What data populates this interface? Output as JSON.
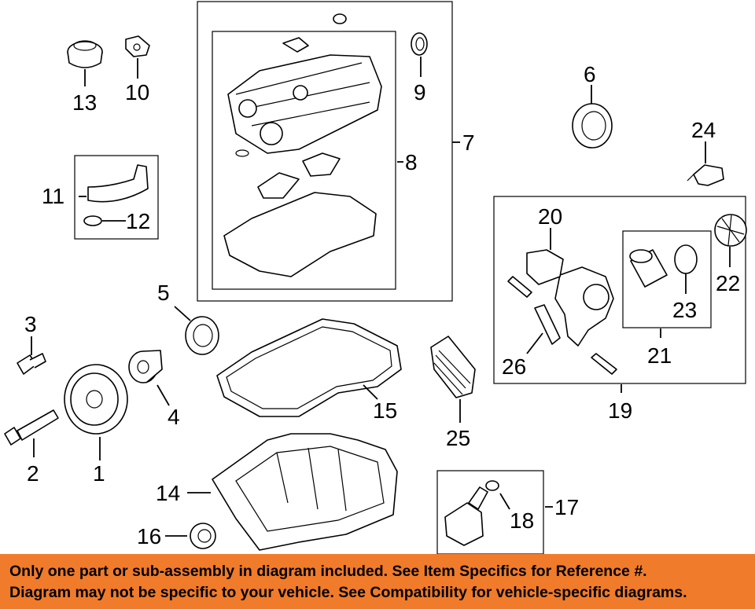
{
  "callouts": {
    "c1": "1",
    "c2": "2",
    "c3": "3",
    "c4": "4",
    "c5": "5",
    "c6": "6",
    "c7": "7",
    "c8": "8",
    "c9": "9",
    "c10": "10",
    "c11": "11",
    "c12": "12",
    "c13": "13",
    "c14": "14",
    "c15": "15",
    "c16": "16",
    "c17": "17",
    "c18": "18",
    "c19": "19",
    "c20": "20",
    "c21": "21",
    "c22": "22",
    "c23": "23",
    "c24": "24",
    "c25": "25",
    "c26": "26"
  },
  "disclaimer": {
    "line1": "Only one part or sub-assembly in diagram included. See Item Specifics for Reference #.",
    "line2": "Diagram may not be specific to your vehicle. See Compatibility for vehicle-specific diagrams.",
    "background_color": "#f07b2a"
  }
}
